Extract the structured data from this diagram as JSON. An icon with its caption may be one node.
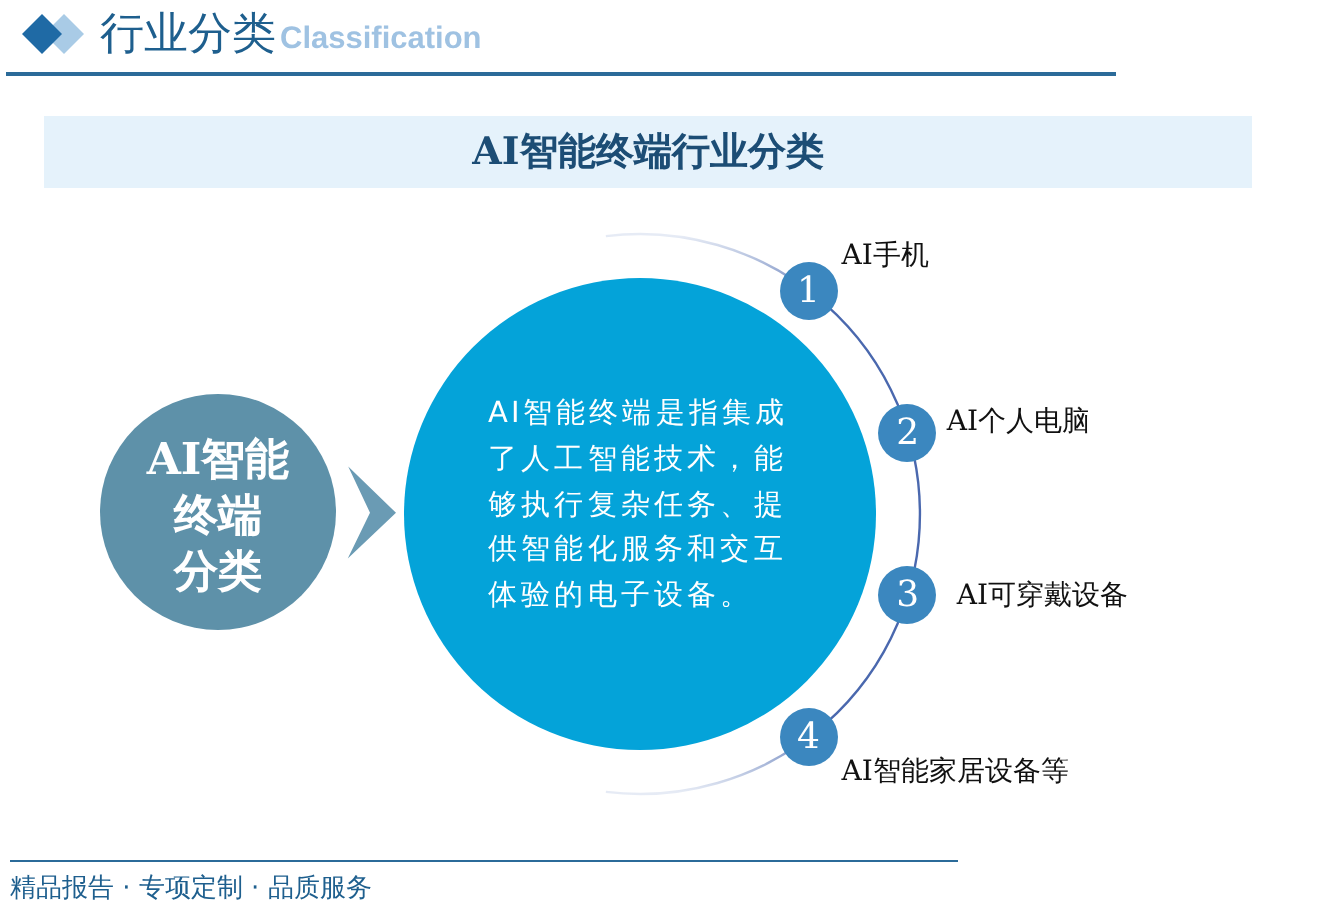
{
  "diagram": {
    "title": "AI智能终端行业分类",
    "nodes": [
      {
        "text": [
          "AI智能终端分类"
        ]
      },
      {
        "text": [
          "AI智能终端是指集成了人工智能技术，能够执行复杂任务、提供智能化服务和交互体验的电子设备。"
        ]
      },
      {
        "text": [
          "1"
        ],
        "beside": [
          "AI手机"
        ]
      },
      {
        "text": [
          "2"
        ],
        "beside": [
          "AI个人电脑"
        ]
      },
      {
        "text": [
          "3"
        ],
        "beside": [
          "AI可穿戴设备"
        ]
      },
      {
        "text": [
          "4"
        ],
        "beside": [
          "AI智能家居设备等"
        ]
      }
    ],
    "edges": [
      {
        "from": 0,
        "to": 1,
        "arrow": "to"
      }
    ],
    "labels": [
      "行业分类",
      "Classification",
      "精品报告 · 专项定制 · 品质服务"
    ]
  }
}
